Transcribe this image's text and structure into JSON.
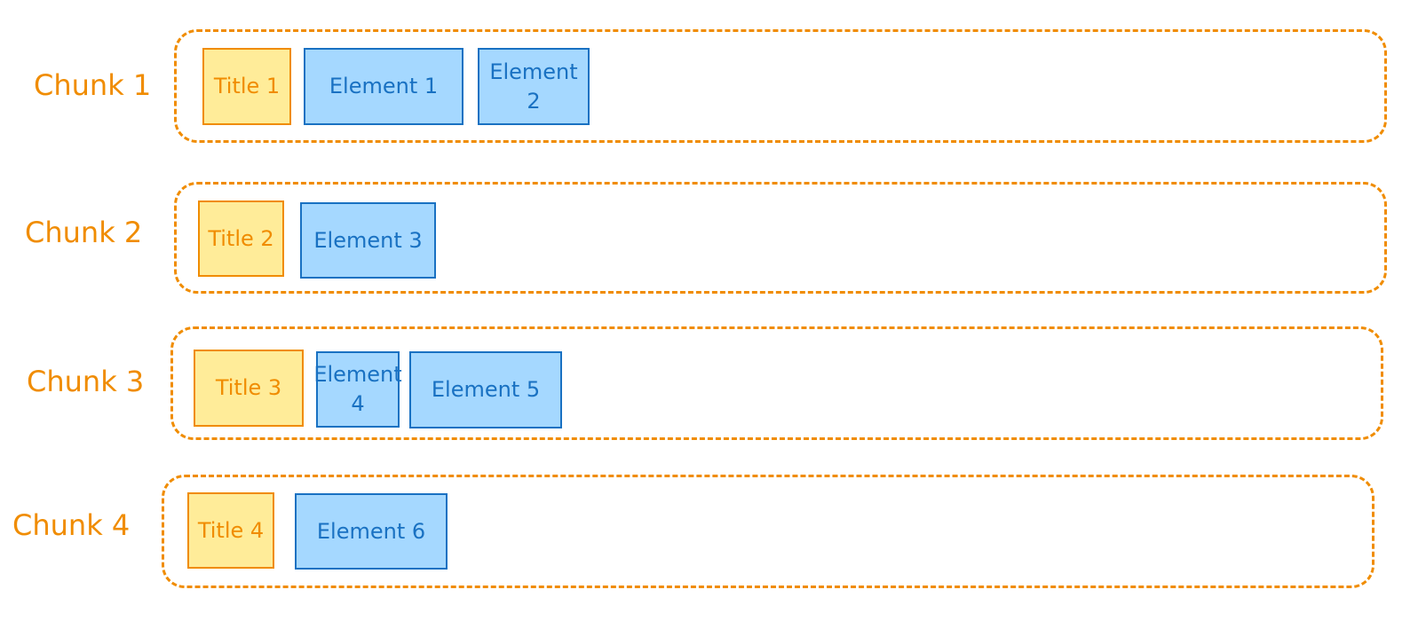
{
  "colors": {
    "orange": "#f08c00",
    "title_fill": "#ffec99",
    "blue": "#1971c2",
    "element_fill": "#a5d8ff"
  },
  "chunks": [
    {
      "label": "Chunk 1",
      "title": "Title 1",
      "elements": [
        "Element 1",
        "Element 2"
      ]
    },
    {
      "label": "Chunk 2",
      "title": "Title 2",
      "elements": [
        "Element 3"
      ]
    },
    {
      "label": "Chunk 3",
      "title": "Title 3",
      "elements": [
        "Element 4",
        "Element 5"
      ]
    },
    {
      "label": "Chunk 4",
      "title": "Title 4",
      "elements": [
        "Element 6"
      ]
    }
  ]
}
